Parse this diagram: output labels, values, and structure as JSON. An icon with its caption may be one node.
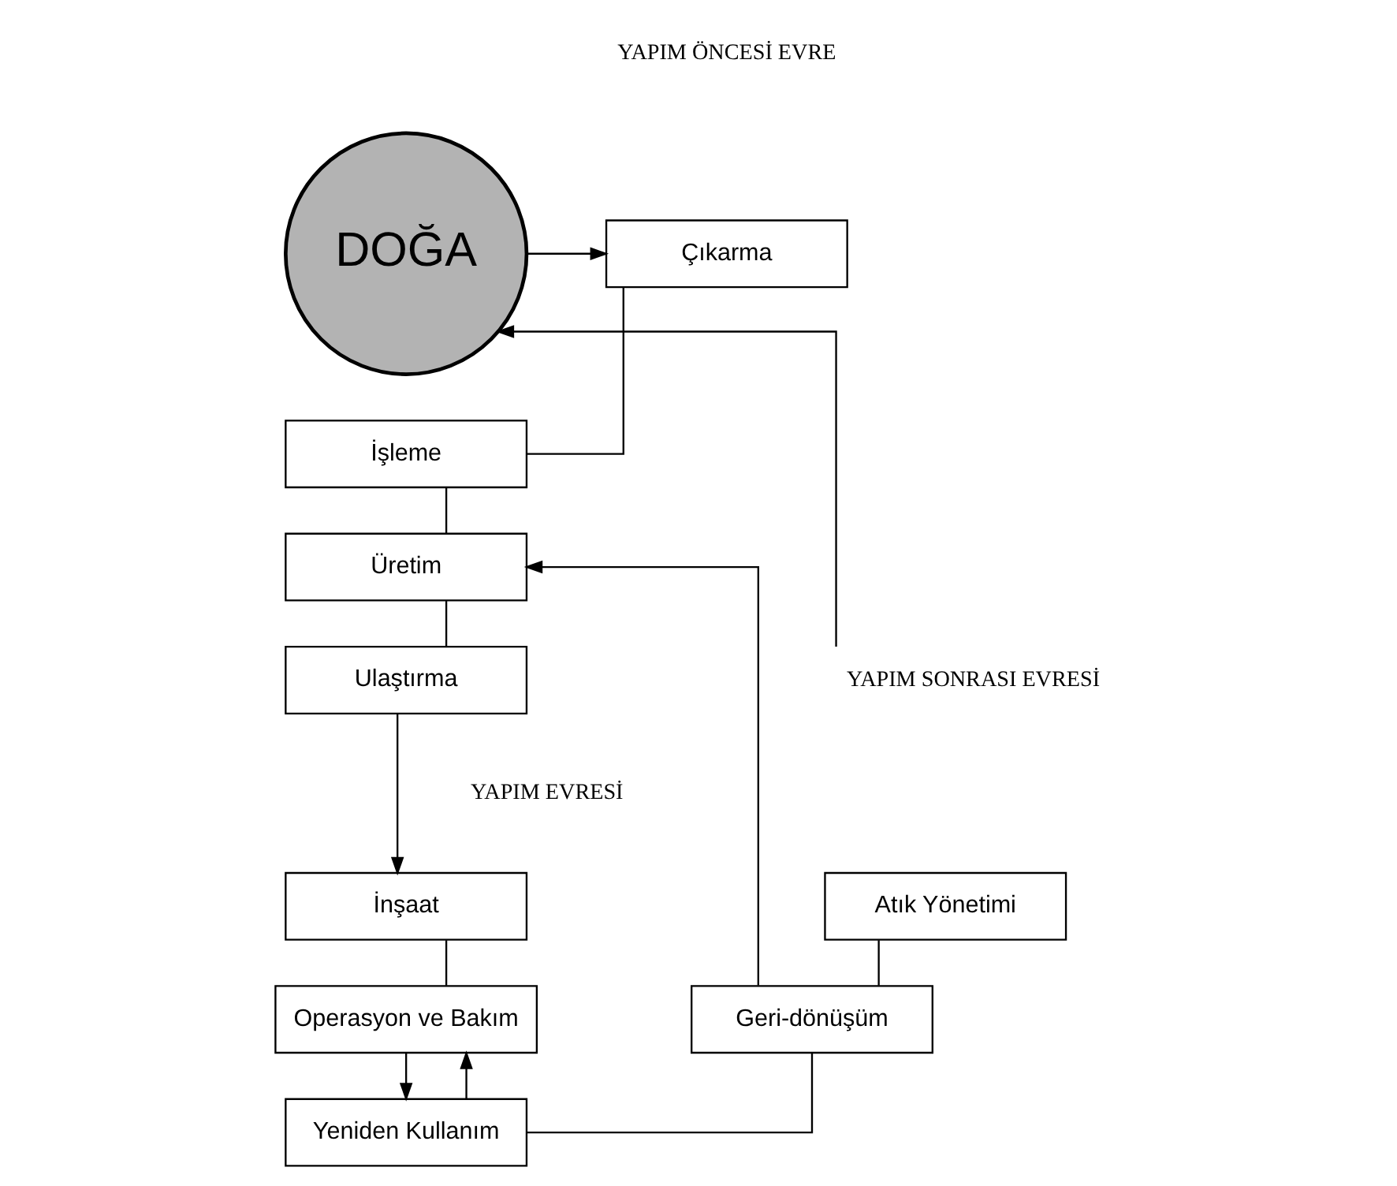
{
  "diagram": {
    "nodes": [
      {
        "text": [
          "DOĞA"
        ]
      },
      {
        "text": [
          "Çıkarma"
        ]
      },
      {
        "text": [
          "İşleme"
        ]
      },
      {
        "text": [
          "Üretim"
        ]
      },
      {
        "text": [
          "Ulaştırma"
        ]
      },
      {
        "text": [
          "YAPIM SONRASI EVRESİ"
        ]
      },
      {
        "text": [
          "İnşaat"
        ]
      },
      {
        "text": [
          "Operasyon ve Bakım"
        ]
      },
      {
        "text": [
          "Atık Yönetimi"
        ]
      },
      {
        "text": [
          "Geri-dönüşüm"
        ]
      },
      {
        "text": [
          "Yeniden Kullanım"
        ]
      }
    ],
    "edges": [
      {
        "from": 0,
        "to": 1,
        "arrow": "to"
      },
      {
        "from": 1,
        "to": 2,
        "arrow": "none"
      },
      {
        "from": 2,
        "to": 3,
        "arrow": "none"
      },
      {
        "from": 3,
        "to": 4,
        "arrow": "none"
      },
      {
        "from": 4,
        "to": 6,
        "arrow": "to"
      },
      {
        "from": 6,
        "to": 7,
        "arrow": "none"
      },
      {
        "from": 5,
        "to": 0,
        "arrow": "to"
      },
      {
        "from": 8,
        "to": 9,
        "arrow": "none"
      },
      {
        "from": 9,
        "to": 3,
        "arrow": "to"
      },
      {
        "from": 9,
        "to": 10,
        "arrow": "none"
      },
      {
        "from": 10,
        "to": 7,
        "arrow": "to"
      },
      {
        "from": 7,
        "to": 10,
        "arrow": "to"
      }
    ],
    "labels": [
      "YAPIM ÖNCESİ EVRE",
      "YAPIM EVRESİ"
    ]
  }
}
